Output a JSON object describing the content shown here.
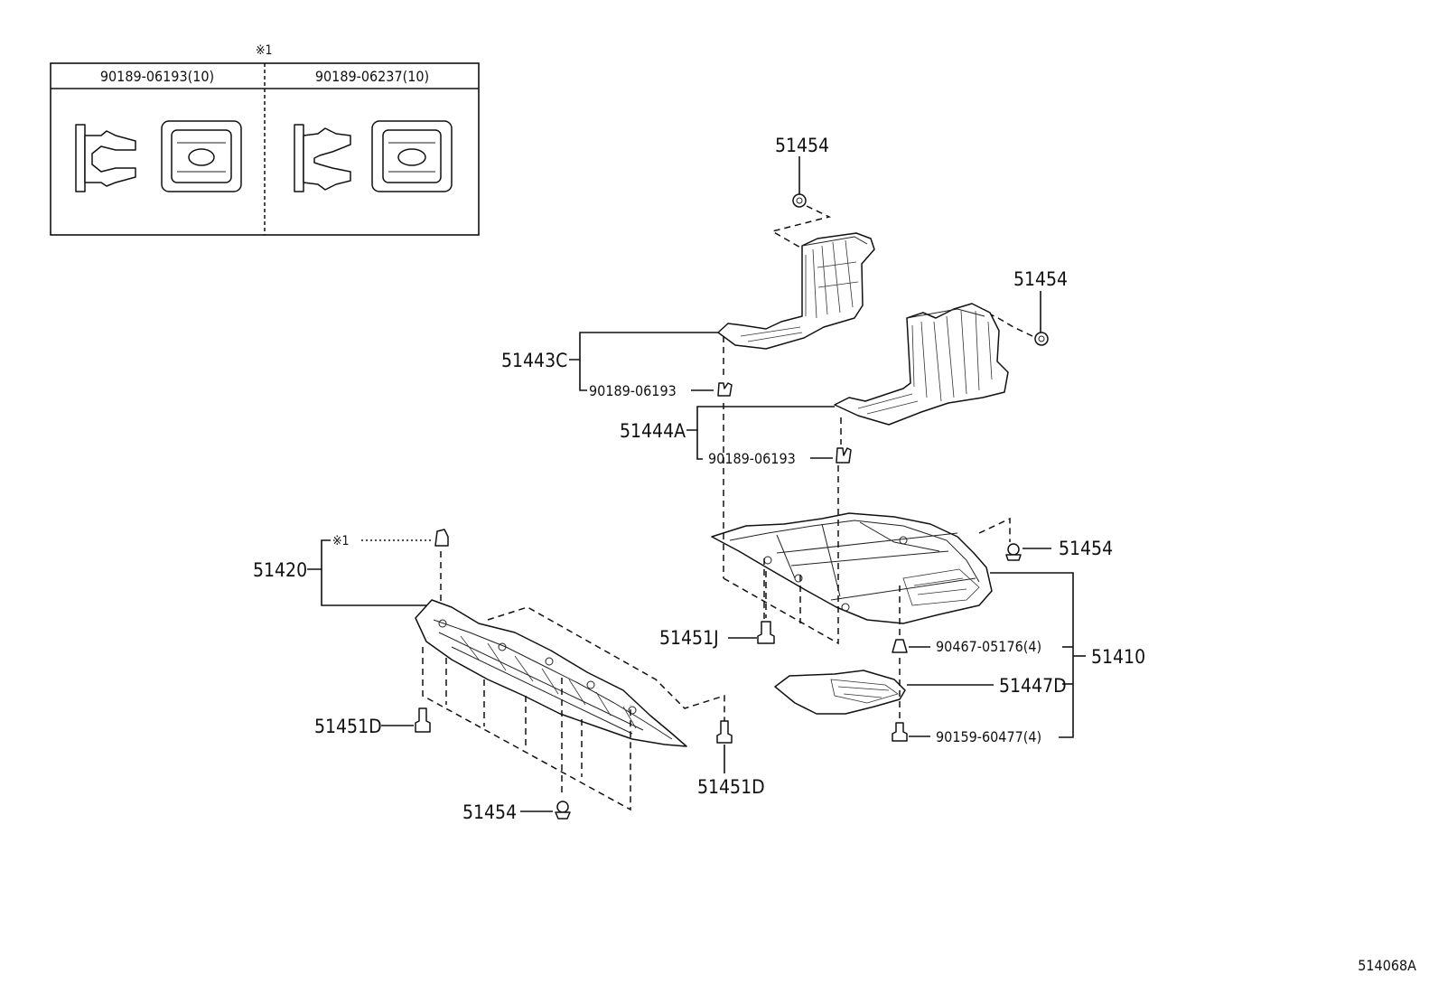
{
  "legend": {
    "mark": "※1",
    "col1": "90189-06193(10)",
    "col2": "90189-06237(10)"
  },
  "labels": {
    "top_nut_1": "51454",
    "top_nut_2": "51454",
    "left_cover": "51443C",
    "left_clip": "90189-06193",
    "right_cover": "51444A",
    "right_clip": "90189-06193",
    "front_cover_ref": "※1",
    "front_cover": "51420",
    "center_nut": "51454",
    "center_bolt": "51451J",
    "center_bolt_2": "90467-05176(4)",
    "center_cover": "51410",
    "sub_cover": "51447D",
    "center_screw": "90159-60477(4)",
    "front_bolt_left": "51451D",
    "front_bolt_right": "51451D",
    "front_nut": "51454",
    "diagram_id": "514068A"
  }
}
